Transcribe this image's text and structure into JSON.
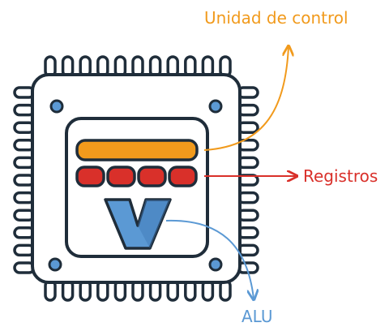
{
  "labels": {
    "control_unit": "Unidad de control",
    "registers": "Registros",
    "alu": "ALU"
  },
  "colors": {
    "outline": "#1f2d3a",
    "control_unit": "#f19a1c",
    "registers": "#d9302a",
    "alu": "#5b99d4",
    "alu_dark": "#3d78b5",
    "background": "#ffffff"
  },
  "icons": {
    "chip": "cpu-chip-icon",
    "alu_symbol": "alu-v-icon",
    "mount_hole": "screw-hole-icon"
  },
  "registers_count": 4
}
